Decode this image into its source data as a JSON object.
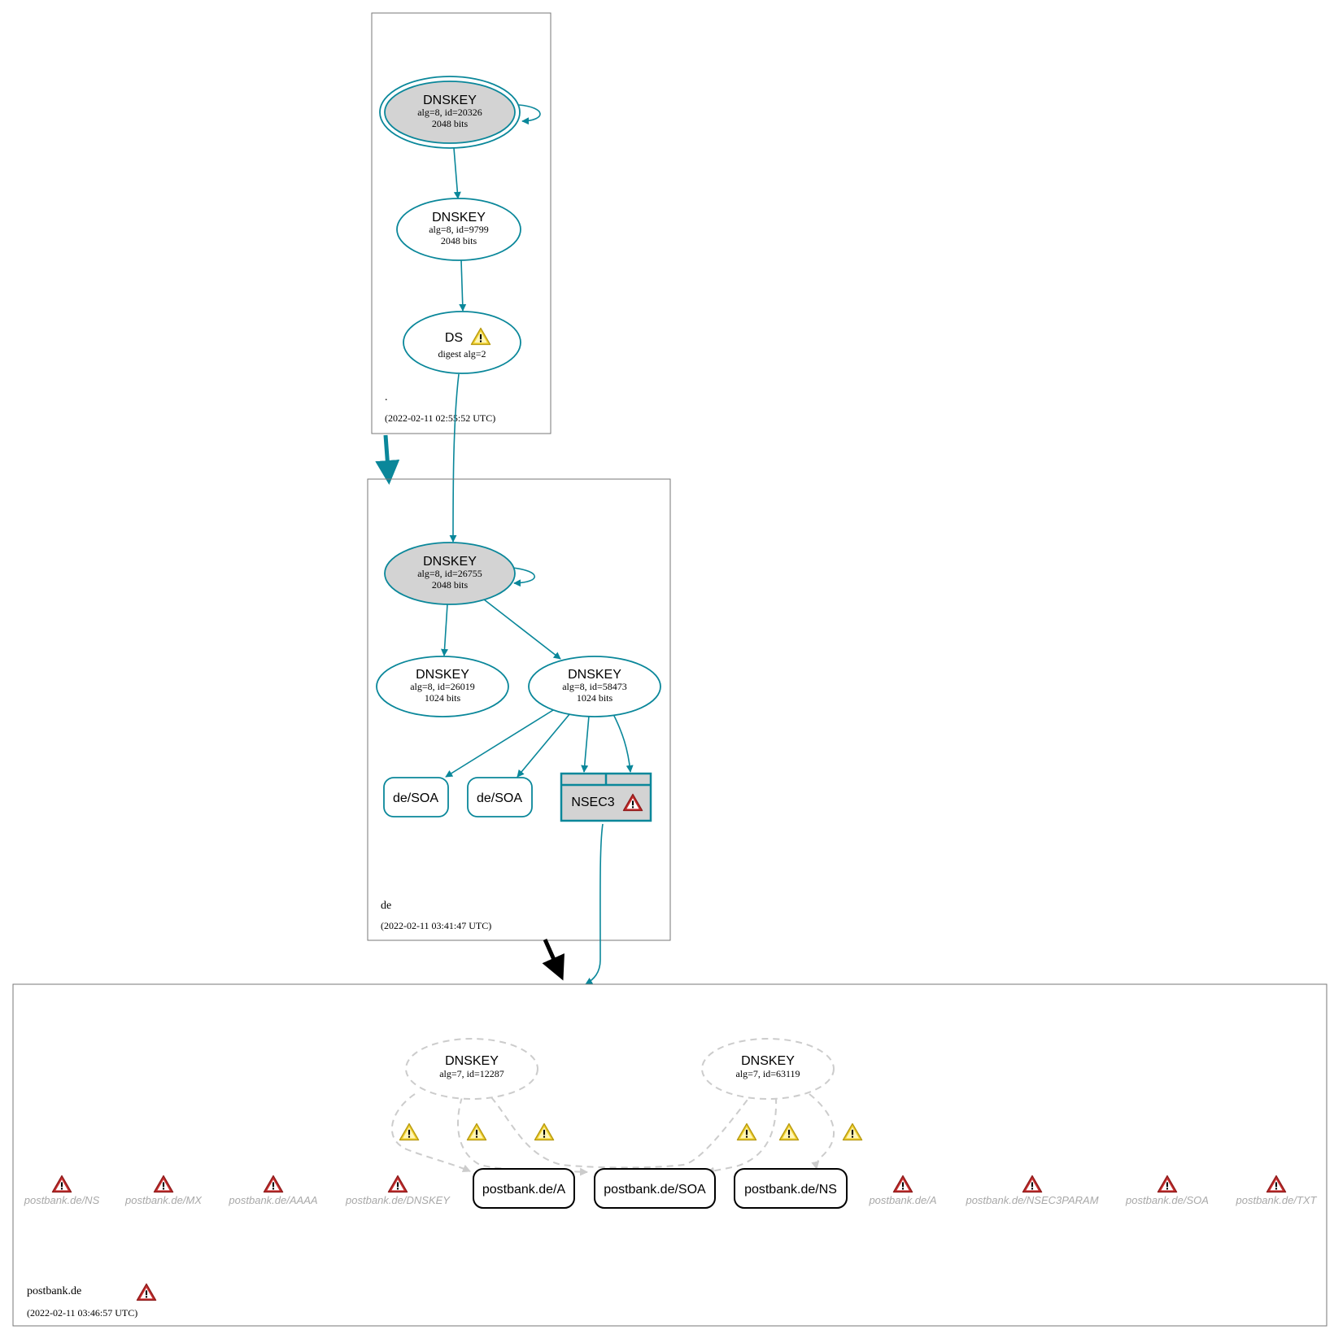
{
  "colors": {
    "edge": "#0a879a",
    "secure_fill": "#d3d3d3",
    "insecure_edge": "#cccccc",
    "delegation_insecure": "#000000",
    "warn_yellow": "#f2d230",
    "warn_red": "#c62d2d"
  },
  "zones": {
    "root": {
      "name": ".",
      "time": "(2022-02-11 02:55:52 UTC)"
    },
    "de": {
      "name": "de",
      "time": "(2022-02-11 03:41:47 UTC)"
    },
    "postbank": {
      "name": "postbank.de",
      "time": "(2022-02-11 03:46:57 UTC)",
      "warning_icon": "error-triangle-icon"
    }
  },
  "nodes": {
    "root_ksk": {
      "title": "DNSKEY",
      "line1": "alg=8, id=20326",
      "line2": "2048 bits"
    },
    "root_zsk": {
      "title": "DNSKEY",
      "line1": "alg=8, id=9799",
      "line2": "2048 bits"
    },
    "root_ds": {
      "title": "DS",
      "line1": "digest alg=2",
      "warning_icon": "warning-triangle-icon"
    },
    "de_ksk": {
      "title": "DNSKEY",
      "line1": "alg=8, id=26755",
      "line2": "2048 bits"
    },
    "de_zsk1": {
      "title": "DNSKEY",
      "line1": "alg=8, id=26019",
      "line2": "1024 bits"
    },
    "de_zsk2": {
      "title": "DNSKEY",
      "line1": "alg=8, id=58473",
      "line2": "1024 bits"
    },
    "de_soa1": {
      "label": "de/SOA"
    },
    "de_soa2": {
      "label": "de/SOA"
    },
    "de_nsec3": {
      "label": "NSEC3",
      "warning_icon": "error-triangle-icon"
    },
    "pb_key1": {
      "title": "DNSKEY",
      "line1": "alg=7, id=12287"
    },
    "pb_key2": {
      "title": "DNSKEY",
      "line1": "alg=7, id=63119"
    },
    "pb_a": {
      "label": "postbank.de/A"
    },
    "pb_soa": {
      "label": "postbank.de/SOA"
    },
    "pb_ns": {
      "label": "postbank.de/NS"
    }
  },
  "error_rrsets": [
    {
      "label": "postbank.de/NS"
    },
    {
      "label": "postbank.de/MX"
    },
    {
      "label": "postbank.de/AAAA"
    },
    {
      "label": "postbank.de/DNSKEY"
    },
    {
      "label": "postbank.de/A"
    },
    {
      "label": "postbank.de/NSEC3PARAM"
    },
    {
      "label": "postbank.de/SOA"
    },
    {
      "label": "postbank.de/TXT"
    }
  ]
}
